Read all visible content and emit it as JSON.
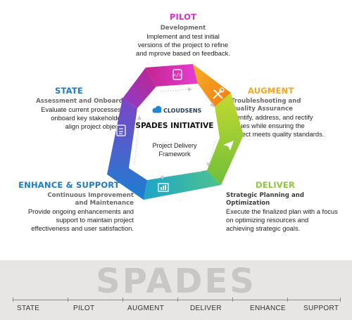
{
  "pilot": {
    "title": "PILOT",
    "subtitle": "Development",
    "lines": [
      "Implement and test initial",
      "versions of the project to refine",
      "and mprove based on feedback."
    ]
  },
  "state": {
    "title": "STATE",
    "subtitle": "Assessment and Onboarding",
    "lines": [
      "Evaluate current processes and",
      "onboard  key stakeholders to",
      "align project objectives."
    ]
  },
  "augment": {
    "title": "AUGMENT",
    "subtitle_lines": [
      "Troubleshooting and",
      "Quality Assurance"
    ],
    "lines": [
      "Identify, address, and rectify",
      "issues while ensuring the",
      "project meets quality standards."
    ]
  },
  "enhance": {
    "title": "ENHANCE & SUPPORT",
    "subtitle_lines": [
      "Continuous Improvement",
      "and Maintenance"
    ],
    "lines": [
      "Provide ongoing enhancements and",
      "support to maintain project",
      "effectiveness and user satisfaction."
    ]
  },
  "deliver": {
    "title": "DELIVER",
    "subtitle": "Strategic Planning and Optimization",
    "lines": [
      "Execute the finalized plan with a focus",
      "on optimizing resources and",
      "achieving strategic goals."
    ]
  },
  "center": {
    "brand": "CLOUDSENS",
    "title": "SPADES INITIATIVE",
    "caption_lines": [
      "Project Delivery",
      "Framework"
    ]
  },
  "colors": {
    "pilot": "#d832c9",
    "augment": "#f5a623",
    "deliver": "#8cc63f",
    "enhance": "#1d7bc6",
    "state": "#1d7bc6"
  },
  "segment_icons": [
    "code-icon",
    "tools-icon",
    "paper-plane-icon",
    "chart-board-icon",
    "checklist-icon"
  ],
  "footer": {
    "word": "SPADES",
    "labels": [
      "STATE",
      "PILOT",
      "AUGMENT",
      "DELIVER",
      "ENHANCE",
      "SUPPORT"
    ]
  }
}
